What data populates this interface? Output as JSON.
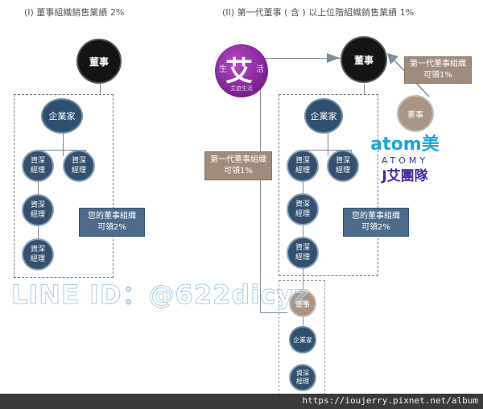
{
  "titles": {
    "left": "(I) 董事組織銷售業績 2%",
    "right": "(II) 第一代董事 ( 含 ) 以上位階組織銷售業績 1%"
  },
  "left_chart": {
    "director": "董事",
    "entrepreneur": "企業家",
    "manager_line1": "資深",
    "manager_line2": "經理",
    "note_line1": "您的董事組織",
    "note_line2": "可領2%"
  },
  "right_chart": {
    "director": "董事",
    "side_director": "董事",
    "first_gen_line1": "第一代董事組織",
    "first_gen_line2": "可領1%",
    "entrepreneur": "企業家",
    "manager_line1": "資深",
    "manager_line2": "經理",
    "note_line1": "您的董事組織",
    "note_line2": "可領2%",
    "left_note_line1": "第一代董事組織",
    "left_note_line2": "可領1%",
    "lower_director": "董事",
    "lower_entrepreneur": "企業家"
  },
  "logo": {
    "main": "艾",
    "left": "生",
    "right": "活",
    "sub": "艾遊生活"
  },
  "atomy": {
    "line1": "atom美",
    "line2": "ATOMY",
    "line3": "J艾團隊"
  },
  "watermark": "LINE ID：@622dicyz",
  "footer_url": "https://ioujerry.pixnet.net/album"
}
